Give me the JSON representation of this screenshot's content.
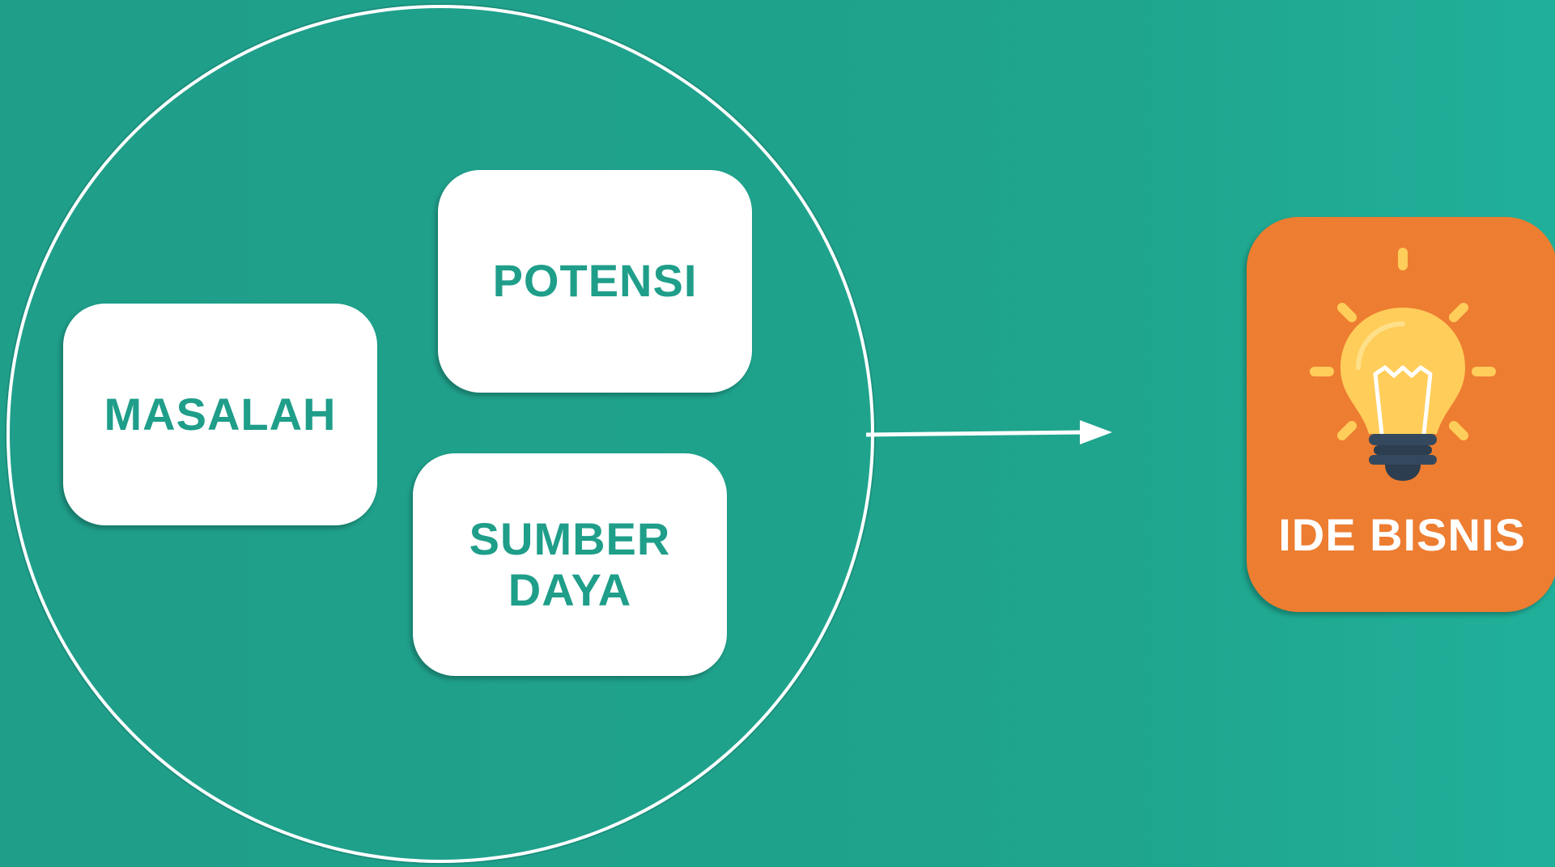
{
  "diagram": {
    "inputs": [
      {
        "id": "masalah",
        "lines": [
          "MASALAH"
        ]
      },
      {
        "id": "potensi",
        "lines": [
          "POTENSI"
        ]
      },
      {
        "id": "sumber-daya",
        "lines": [
          "SUMBER",
          "DAYA"
        ]
      }
    ],
    "output": {
      "label": "IDE BISNIS",
      "icon": "lightbulb-icon"
    },
    "colors": {
      "background": "#1f9e8a",
      "card": "#ffffff",
      "card_text": "#1f9e8a",
      "output_card": "#ed7d31",
      "bulb_glass": "#ffcd5a",
      "bulb_base": "#34495e",
      "rays": "#ffcd5a"
    }
  }
}
